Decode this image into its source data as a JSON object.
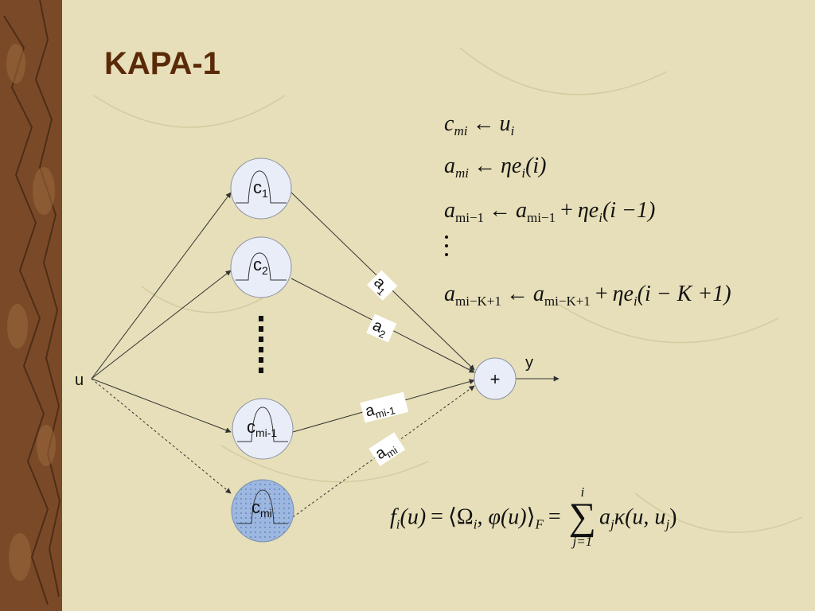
{
  "slide": {
    "title": "KAPA-1"
  },
  "diagram": {
    "input_label": "u",
    "output_label": "y",
    "sum_node_label": "+",
    "centers": [
      {
        "label_main": "c",
        "label_sub": "1",
        "highlighted": false
      },
      {
        "label_main": "c",
        "label_sub": "2",
        "highlighted": false
      },
      {
        "label_main": "c",
        "label_sub": "mi-1",
        "highlighted": false
      },
      {
        "label_main": "c",
        "label_sub": "mi",
        "highlighted": true
      }
    ],
    "weights": [
      {
        "label_main": "a",
        "label_sub": "1"
      },
      {
        "label_main": "a",
        "label_sub": "2"
      },
      {
        "label_main": "a",
        "label_sub": "mi-1"
      },
      {
        "label_main": "a",
        "label_sub": "mi"
      }
    ],
    "colors": {
      "node_fill": "#e8edf8",
      "node_stroke": "#8a8fa0",
      "highlight_fill": "#9db8e0",
      "edge": "#333333",
      "title": "#5a2a08"
    }
  },
  "equations": {
    "eq1": {
      "lhs": "c",
      "lhs_sub": "mi",
      "arrow": "←",
      "rhs": "u",
      "rhs_sub": "i"
    },
    "eq2": {
      "lhs": "a",
      "lhs_sub": "mi",
      "arrow": "←",
      "eta": "η",
      "e": "e",
      "e_sub": "i",
      "arg": "(i)"
    },
    "eq3": {
      "lhs": "a",
      "lhs_sub": "mi−1",
      "arrow": "←",
      "a2": "a",
      "a2_sub": "mi−1",
      "plus": "+",
      "eta": "η",
      "e": "e",
      "e_sub": "i",
      "arg": "(i −1)"
    },
    "eq4": {
      "lhs": "a",
      "lhs_sub": "mi−K+1",
      "arrow": "←",
      "a2": "a",
      "a2_sub": "mi−K+1",
      "plus": "+",
      "eta": "η",
      "e": "e",
      "e_sub": "i",
      "arg": "(i − K +1)"
    },
    "kernel": {
      "f": "f",
      "f_sub": "i",
      "f_arg": "(u)",
      "eq": "=",
      "ip_open": "⟨",
      "omega": "Ω",
      "omega_sub": "i",
      "phi": ", φ(u)",
      "ip_close": "⟩",
      "ip_sub": "F",
      "eq2": "=",
      "sum_top": "i",
      "sum_sym": "∑",
      "sum_bot": "j=1",
      "a": "a",
      "a_sub": "j",
      "kappa": "κ(u, u",
      "u_sub": "j",
      "close": ")"
    }
  }
}
